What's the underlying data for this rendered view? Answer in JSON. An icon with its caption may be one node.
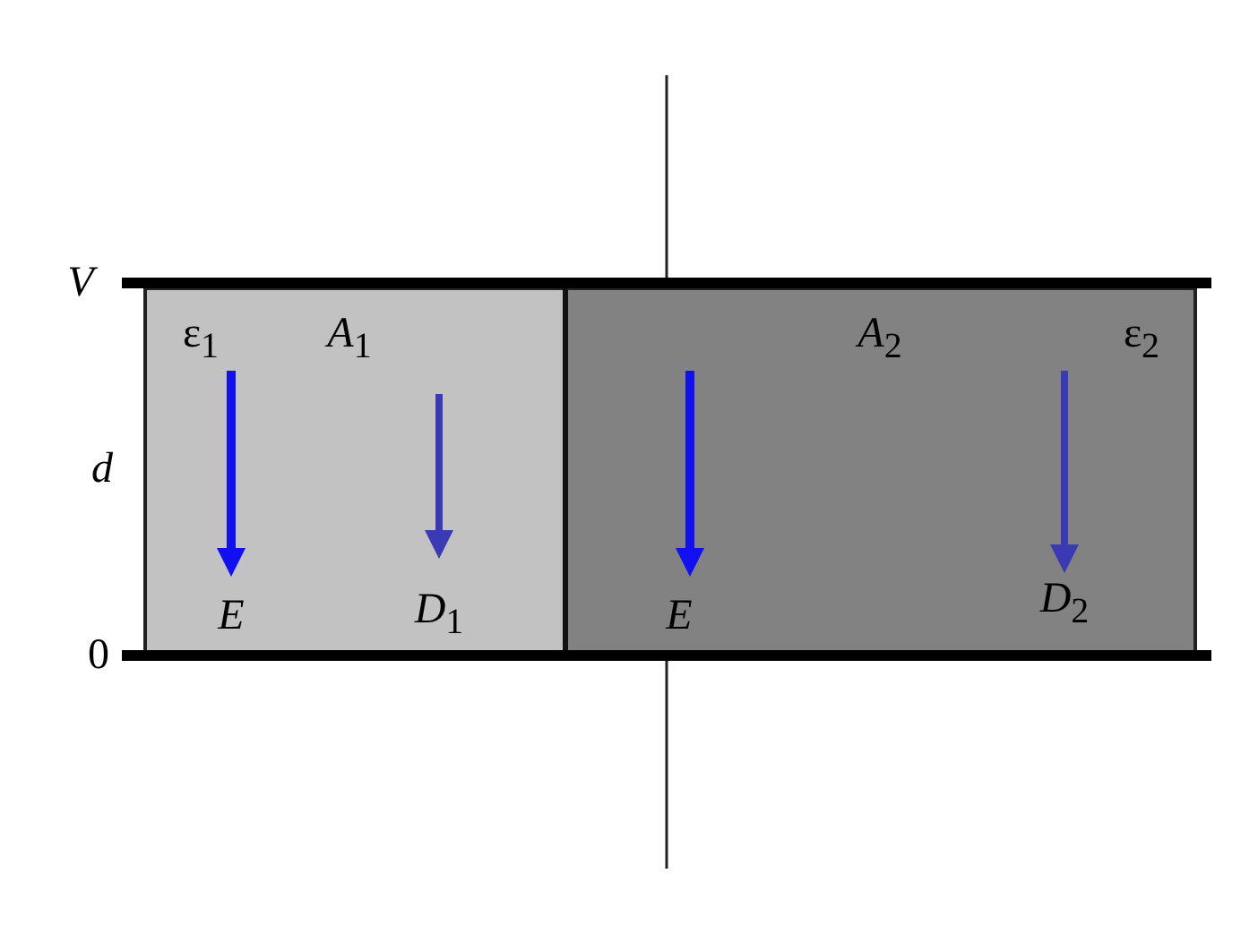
{
  "diagram": {
    "nodes": [
      {
        "text": [
          "ε$_{1}$",
          "*A*$_{1}$",
          "*E*",
          "*D*$_{1}$"
        ]
      },
      {
        "text": [
          "*A*$_{2}$",
          "ε$_{2}$",
          "*E*",
          "*D*$_{2}$"
        ]
      }
    ],
    "labels": [
      "*V*",
      "*d*",
      "0"
    ]
  }
}
